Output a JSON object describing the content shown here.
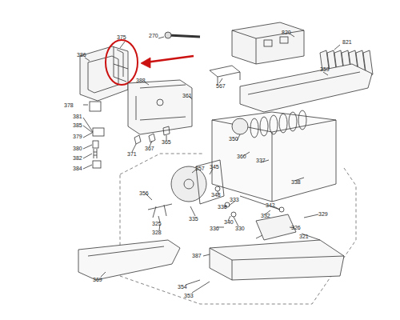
{
  "diagram": {
    "labels": [
      "375",
      "270",
      "820",
      "821",
      "386",
      "567",
      "388",
      "361",
      "359",
      "378",
      "381",
      "385",
      "379",
      "380",
      "382",
      "384",
      "371",
      "367",
      "365",
      "350",
      "360",
      "357",
      "345",
      "337",
      "338",
      "356",
      "348",
      "333",
      "342",
      "329",
      "335",
      "325",
      "328",
      "336",
      "330",
      "332",
      "326",
      "321",
      "387",
      "354",
      "353",
      "369",
      "340",
      "336"
    ]
  }
}
